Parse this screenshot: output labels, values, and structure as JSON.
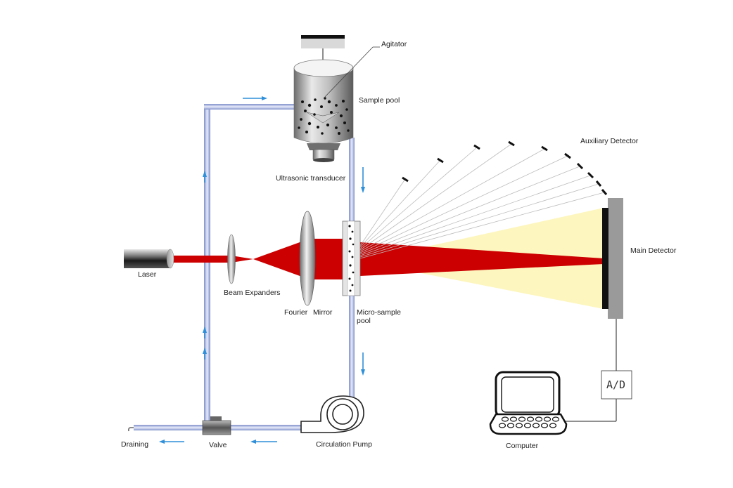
{
  "labels": {
    "agitator": "Agitator",
    "sample_pool": "Sample pool",
    "ultrasonic_transducer": "Ultrasonic transducer",
    "auxiliary_detector": "Auxiliary Detector",
    "main_detector": "Main Detector",
    "laser": "Laser",
    "beam_expanders": "Beam Expanders",
    "fourier": "Fourier",
    "mirror": "Mirror",
    "micro_sample_pool_line1": "Micro-sample",
    "micro_sample_pool_line2": "pool",
    "ad_converter": "A/D",
    "computer": "Computer",
    "circulation_pump": "Circulation Pump",
    "valve": "Valve",
    "draining": "Draining"
  },
  "colors": {
    "laser_beam": "#cc0000",
    "scatter_cone": "#fdf6bf",
    "pipe": "#b9c4e6",
    "flow_arrow": "#2f8fd8",
    "detector_bar": "#111111",
    "detector_frame": "#9a9a9a"
  },
  "icons": [
    "laser-icon",
    "lens-icon",
    "mirror-icon",
    "sample-pool-icon",
    "pump-icon",
    "valve-icon",
    "computer-icon"
  ]
}
